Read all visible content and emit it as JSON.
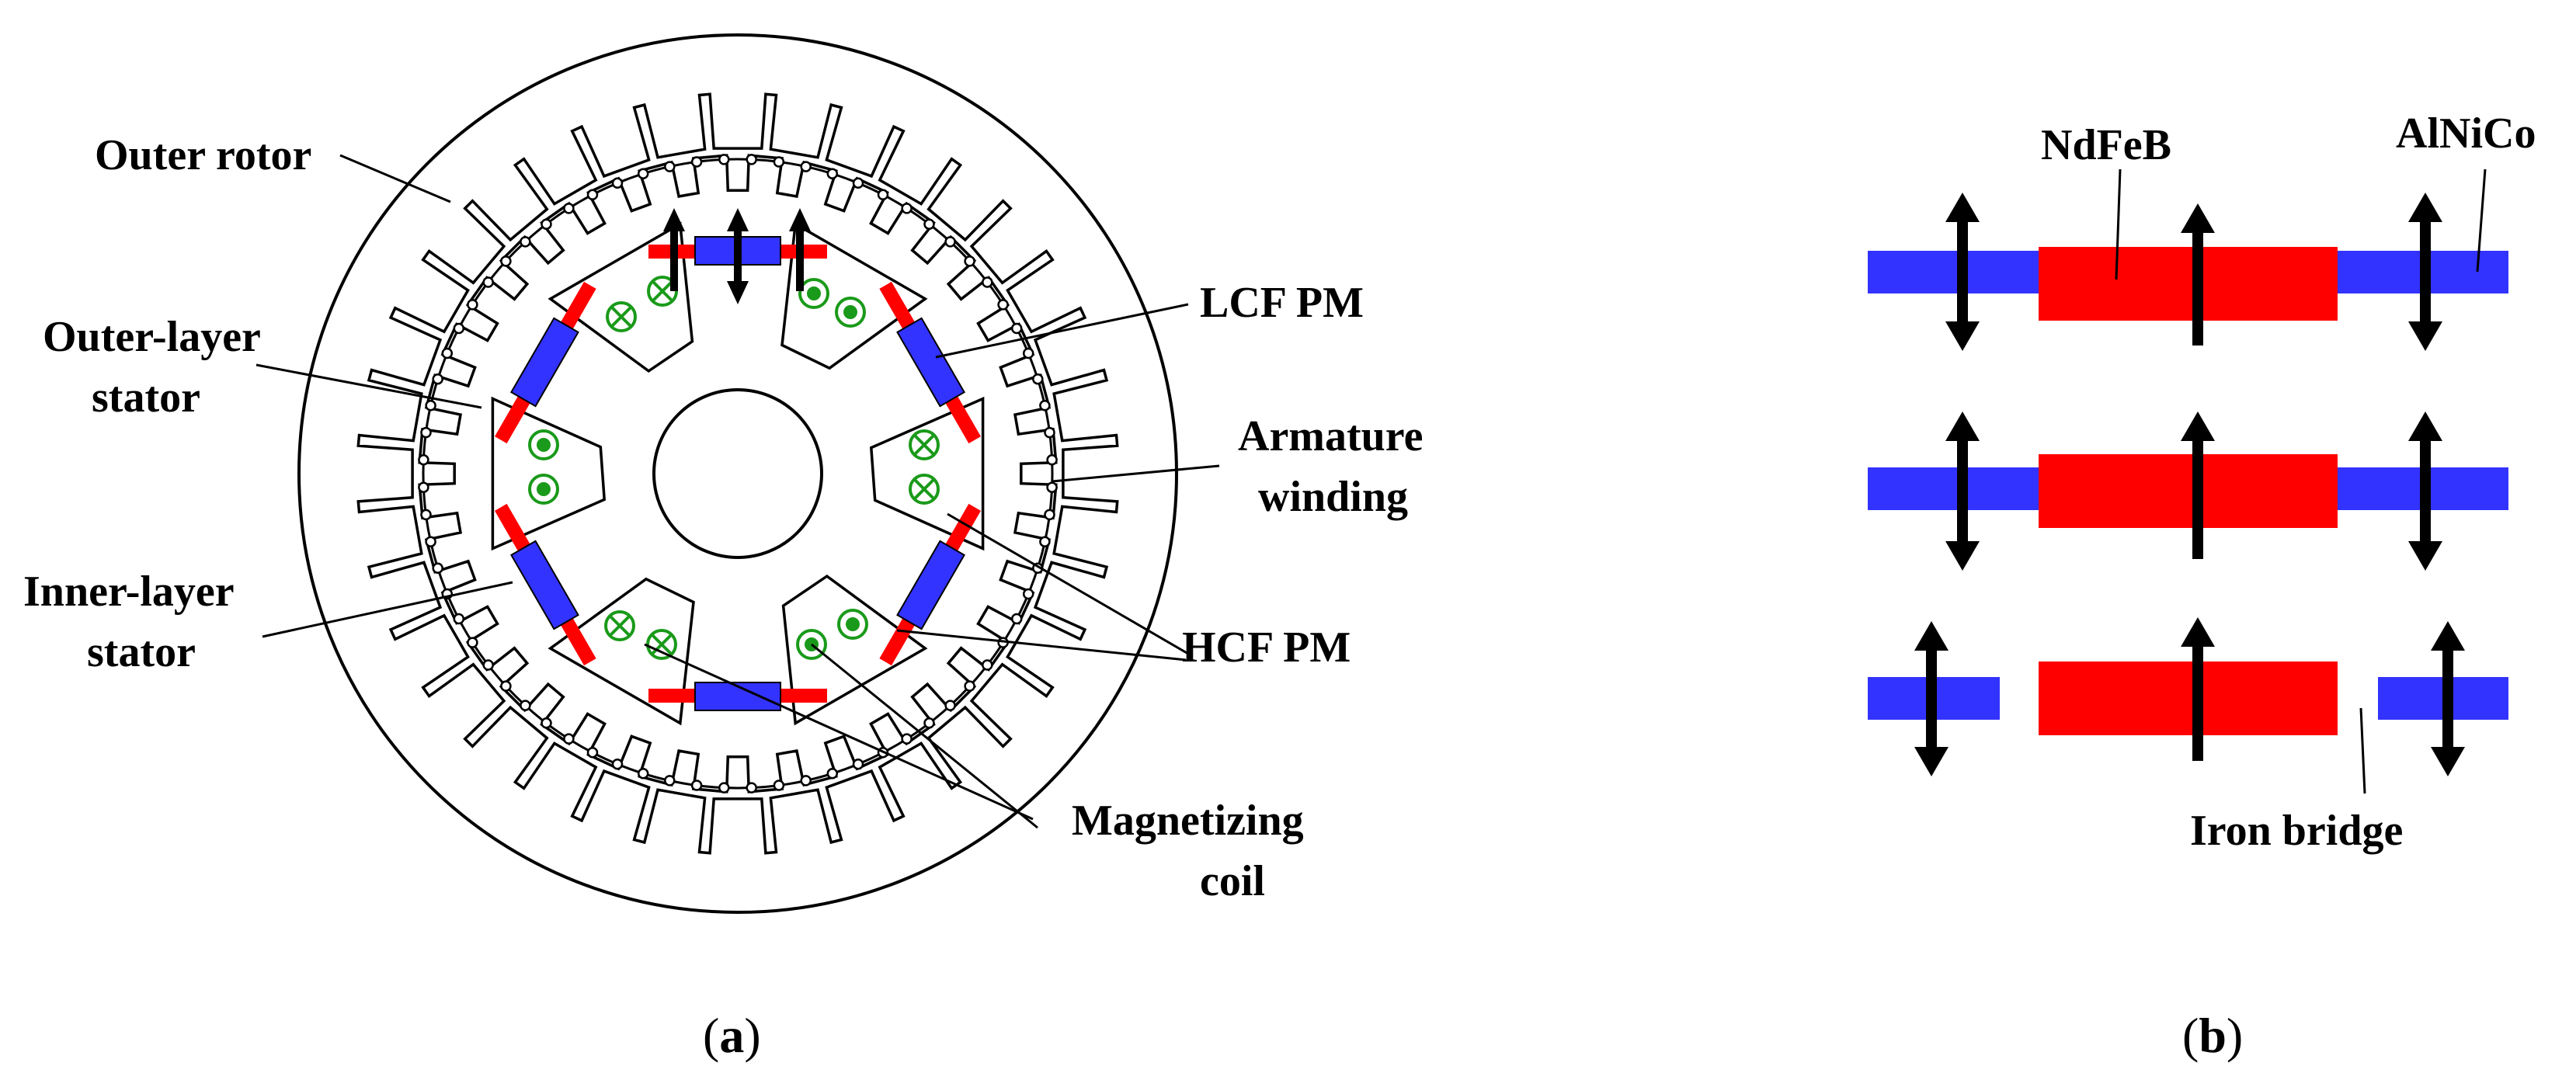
{
  "labels": {
    "outer_rotor": "Outer rotor",
    "outer_layer_stator_1": "Outer-layer",
    "outer_layer_stator_2": "stator",
    "inner_layer_stator_1": "Inner-layer",
    "inner_layer_stator_2": "stator",
    "lcf_pm": "LCF PM",
    "armature_winding_1": "Armature",
    "armature_winding_2": "winding",
    "hcf_pm": "HCF PM",
    "magnetizing_coil_1": "Magnetizing",
    "magnetizing_coil_2": "coil",
    "ndfeb": "NdFeB",
    "alnico": "AlNiCo",
    "iron_bridge": "Iron bridge"
  },
  "captions": {
    "a": {
      "open": "(",
      "letter": "a",
      "close": ")"
    },
    "b": {
      "open": "(",
      "letter": "b",
      "close": ")"
    }
  },
  "colors": {
    "ndfeb": "#ff0000",
    "alnico": "#3333ff",
    "coil_marker": "#1a9a1a",
    "outline": "#000000"
  }
}
